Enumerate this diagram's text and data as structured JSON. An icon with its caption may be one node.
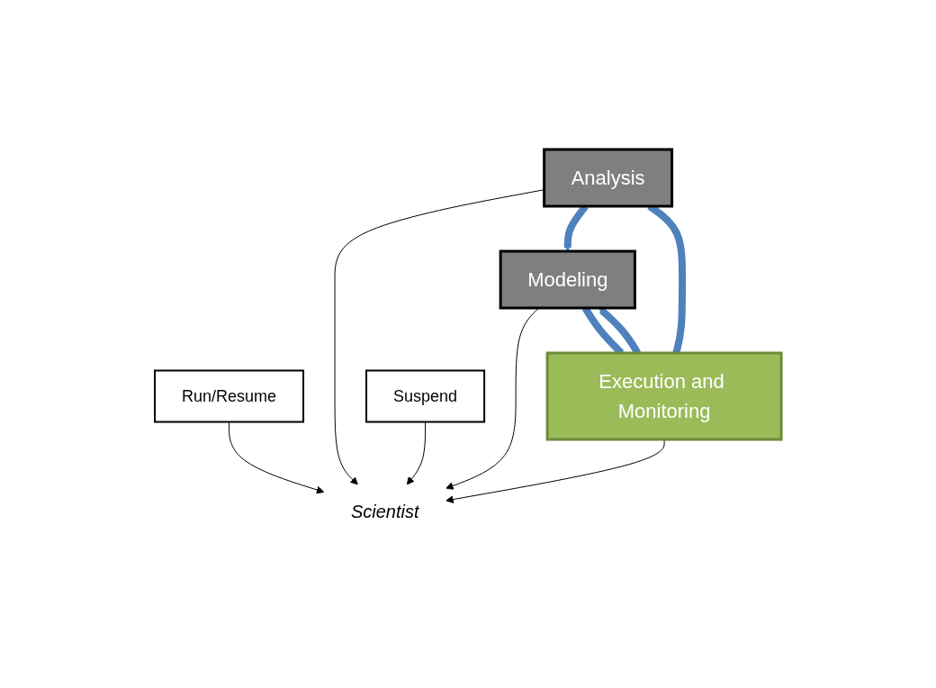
{
  "diagram": {
    "nodes": [
      {
        "text": [
          "Analysis"
        ]
      },
      {
        "text": [
          "Modeling"
        ]
      },
      {
        "text": [
          "Scientist"
        ]
      },
      {
        "text": [
          "Run/Resume"
        ]
      },
      {
        "text": [
          "Execution and Monitoring"
        ]
      },
      {
        "text": [
          "Suspend"
        ]
      }
    ],
    "edges": [
      {
        "from": 0,
        "to": 2,
        "arrow": "to"
      },
      {
        "from": 1,
        "to": 2,
        "arrow": "to"
      },
      {
        "from": 3,
        "to": 2,
        "arrow": "to"
      },
      {
        "from": 4,
        "to": 2,
        "arrow": "to"
      },
      {
        "from": 5,
        "to": 2,
        "arrow": "to"
      },
      {
        "from": 0,
        "to": 1,
        "arrow": "to",
        "style": "thick",
        "color": "#4f81bd"
      },
      {
        "from": 1,
        "to": 4,
        "arrow": "none",
        "style": "thick",
        "color": "#4f81bd"
      },
      {
        "from": 4,
        "to": 0,
        "arrow": "none",
        "style": "thick",
        "color": "#4f81bd"
      },
      {
        "from": 4,
        "to": 1,
        "arrow": "to",
        "style": "thick",
        "color": "#4f81bd"
      }
    ]
  }
}
